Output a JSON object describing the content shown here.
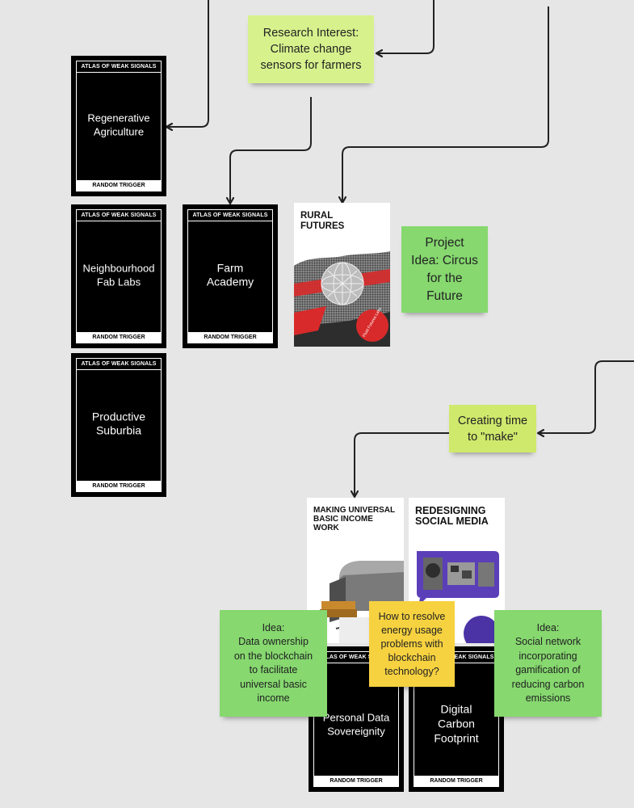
{
  "cards": [
    {
      "id": "regen",
      "header": "ATLAS OF WEAK SIGNALS",
      "title": "Regenerative\nAgriculture",
      "footer": "RANDOM TRIGGER"
    },
    {
      "id": "fablabs",
      "header": "ATLAS OF WEAK SIGNALS",
      "title": "Neighbourhood\nFab Labs",
      "footer": "RANDOM TRIGGER"
    },
    {
      "id": "farm",
      "header": "ATLAS OF WEAK SIGNALS",
      "title": "Farm\nAcademy",
      "footer": "RANDOM TRIGGER"
    },
    {
      "id": "suburbia",
      "header": "ATLAS OF WEAK SIGNALS",
      "title": "Productive\nSuburbia",
      "footer": "RANDOM TRIGGER"
    },
    {
      "id": "personal",
      "header": "ATLAS OF WEAK SIGNALS",
      "title": "Personal Data\nSovereignity",
      "footer": "RANDOM TRIGGER"
    },
    {
      "id": "carbon",
      "header": "ATLAS OF WEAK SIGNALS",
      "title": "Digital\nCarbon\nFootprint",
      "footer": "RANDOM TRIGGER"
    }
  ],
  "stickies": {
    "research": "Research Interest:\nClimate change\nsensors for farmers",
    "project": "Project\nIdea: Circus\nfor the\nFuture",
    "creating": "Creating time\nto \"make\"",
    "idea_left": "Idea:\nData ownership\non the blockchain\nto facilitate\nuniversal basic\nincome",
    "question": "How to resolve\nenergy usage\nproblems with\nblockchain\ntechnology?",
    "idea_right": "Idea:\nSocial network\nincorporating\ngamification of\nreducing carbon\nemissions"
  },
  "books": {
    "rural": {
      "title": "RURAL\nFUTURES",
      "seal": "Fluid Futures Labs"
    },
    "ubi": {
      "title": "MAKING UNIVERSAL\nBASIC INCOME\nWORK"
    },
    "social": {
      "title": "REDESIGNING\nSOCIAL MEDIA"
    }
  },
  "colors": {
    "background": "#e6e6e6",
    "sticky_lime": "#d7f28d",
    "sticky_green": "#86d86f",
    "sticky_yellow": "#f7d240",
    "card_black": "#000000",
    "seal_red": "#d82a2a",
    "social_purple": "#5b3fb8"
  }
}
